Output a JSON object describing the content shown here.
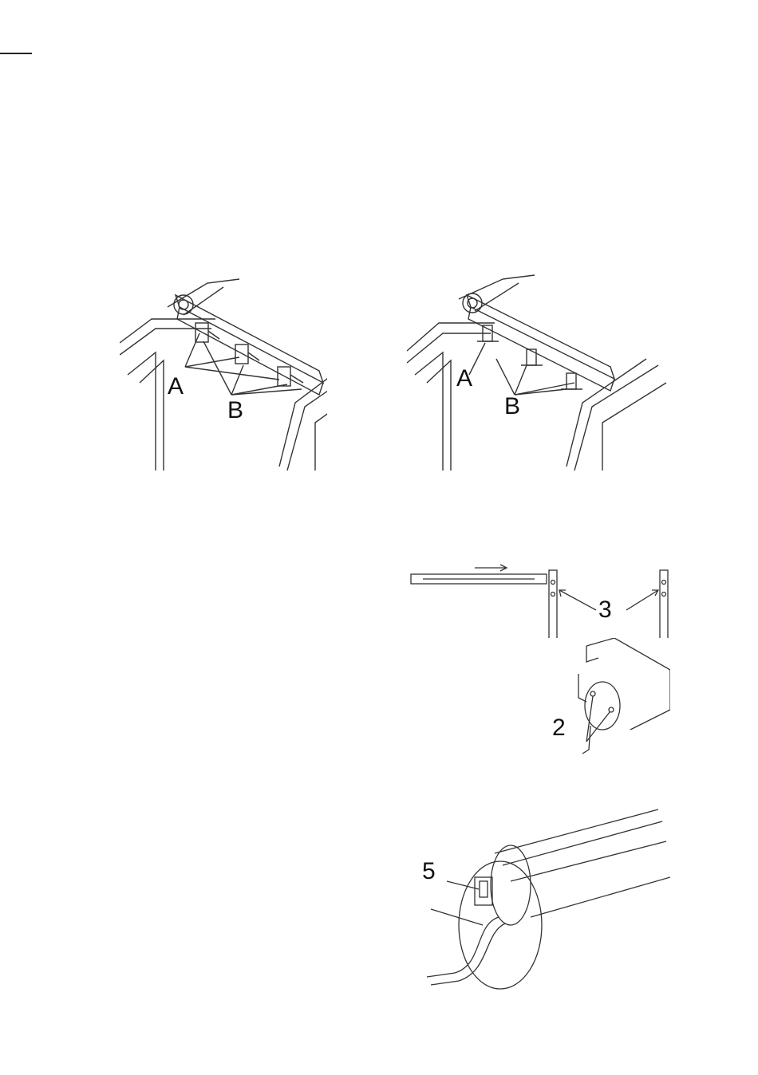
{
  "figures": {
    "fig1": {
      "label_a": "A",
      "label_b": "B"
    },
    "fig2": {
      "label_a": "A",
      "label_b": "B"
    },
    "fig3": {
      "callout": "3"
    },
    "fig4": {
      "callout": "2"
    },
    "fig5": {
      "callout": "5"
    }
  }
}
